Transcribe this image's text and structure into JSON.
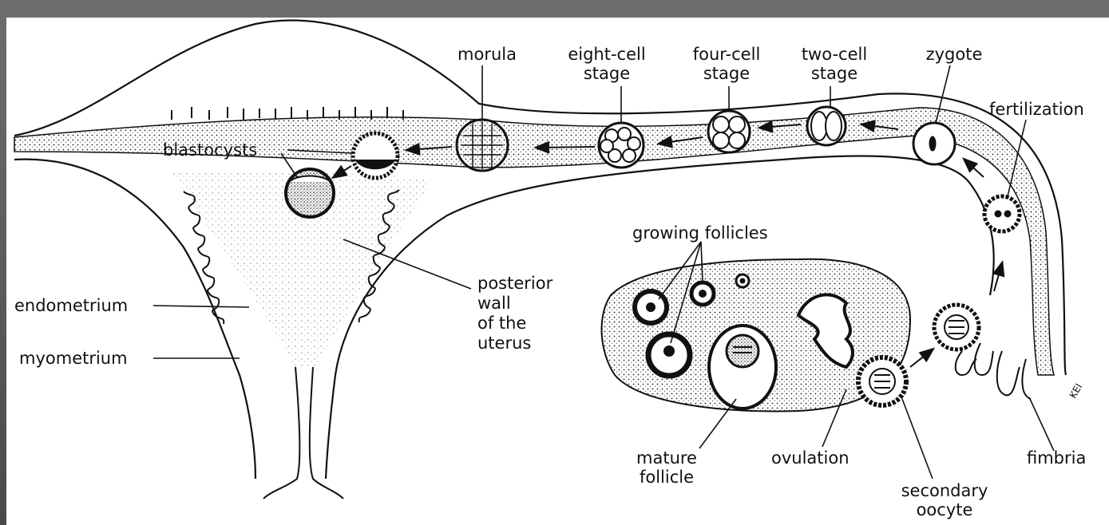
{
  "labels": {
    "morula": "morula",
    "eight_cell": [
      "eight-cell",
      "stage"
    ],
    "four_cell": [
      "four-cell",
      "stage"
    ],
    "two_cell": [
      "two-cell",
      "stage"
    ],
    "zygote": "zygote",
    "fertilization": "fertilization",
    "blastocysts": "blastocysts",
    "growing_follicles": "growing follicles",
    "posterior_wall": [
      "posterior",
      "wall",
      "of the",
      "uterus"
    ],
    "endometrium": "endometrium",
    "myometrium": "myometrium",
    "mature_follicle": [
      "mature",
      "follicle"
    ],
    "ovulation": "ovulation",
    "secondary_oocyte": [
      "secondary",
      "oocyte"
    ],
    "fimbria": "fimbria",
    "signature": "KEI"
  },
  "colors": {
    "ink": "#111111",
    "paper": "#ffffff",
    "frame": "#5a5a5a"
  }
}
